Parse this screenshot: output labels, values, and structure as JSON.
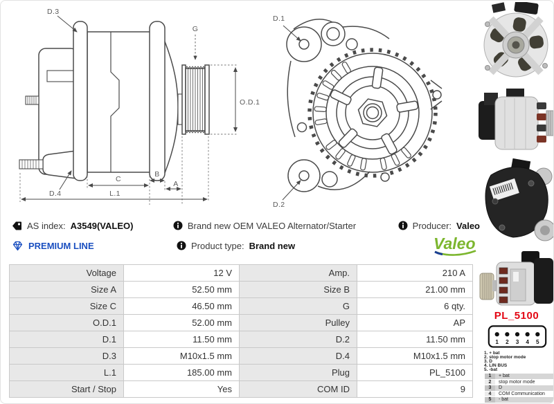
{
  "header": {
    "as_index_label": "AS index:",
    "as_index_value": "A3549(VALEO)",
    "premium_line_label": "PREMIUM LINE",
    "description": "Brand new OEM VALEO Alternator/Starter",
    "product_type_label": "Product type:",
    "product_type_value": "Brand new",
    "producer_label": "Producer:",
    "producer_value": "Valeo",
    "brand_logo_text": "Valeo"
  },
  "drawings": {
    "side_view": {
      "d3": "D.3",
      "g": "G",
      "od1": "O.D.1",
      "d4": "D.4",
      "c": "C",
      "b": "B",
      "a": "A",
      "l1": "L.1"
    },
    "front_view": {
      "d1": "D.1",
      "d2": "D.2"
    }
  },
  "photos": [
    "front-view",
    "side-view",
    "rear-view",
    "pulley-side-view"
  ],
  "spec_table": {
    "rows": [
      {
        "l1": "Voltage",
        "v1": "12 V",
        "l2": "Amp.",
        "v2": "210 A"
      },
      {
        "l1": "Size A",
        "v1": "52.50 mm",
        "l2": "Size B",
        "v2": "21.00 mm"
      },
      {
        "l1": "Size C",
        "v1": "46.50 mm",
        "l2": "G",
        "v2": "6 qty."
      },
      {
        "l1": "O.D.1",
        "v1": "52.00 mm",
        "l2": "Pulley",
        "v2": "AP"
      },
      {
        "l1": "D.1",
        "v1": "11.50 mm",
        "l2": "D.2",
        "v2": "11.50 mm"
      },
      {
        "l1": "D.3",
        "v1": "M10x1.5 mm",
        "l2": "D.4",
        "v2": "M10x1.5 mm"
      },
      {
        "l1": "L.1",
        "v1": "185.00 mm",
        "l2": "Plug",
        "v2": "PL_5100"
      },
      {
        "l1": "Start / Stop",
        "v1": "Yes",
        "l2": "COM ID",
        "v2": "9"
      }
    ]
  },
  "connector": {
    "title": "PL_5100",
    "pins": [
      "1",
      "2",
      "3",
      "4",
      "5"
    ],
    "legend": [
      "1. + bat",
      "2. stop motor mode",
      "3. D",
      "4. LIN BUS",
      "5. -bat"
    ],
    "pin_table": [
      {
        "pin": "1",
        "desc": "+ bat"
      },
      {
        "pin": "2",
        "desc": "stop motor mode"
      },
      {
        "pin": "3",
        "desc": "D"
      },
      {
        "pin": "4",
        "desc": "COM Communication"
      },
      {
        "pin": "5",
        "desc": "- bat"
      }
    ]
  },
  "colors": {
    "premium_blue": "#1a4fc0",
    "connector_red": "#e30613",
    "valeo_green": "#7cb62e",
    "table_label_bg": "#e8e8e8"
  }
}
